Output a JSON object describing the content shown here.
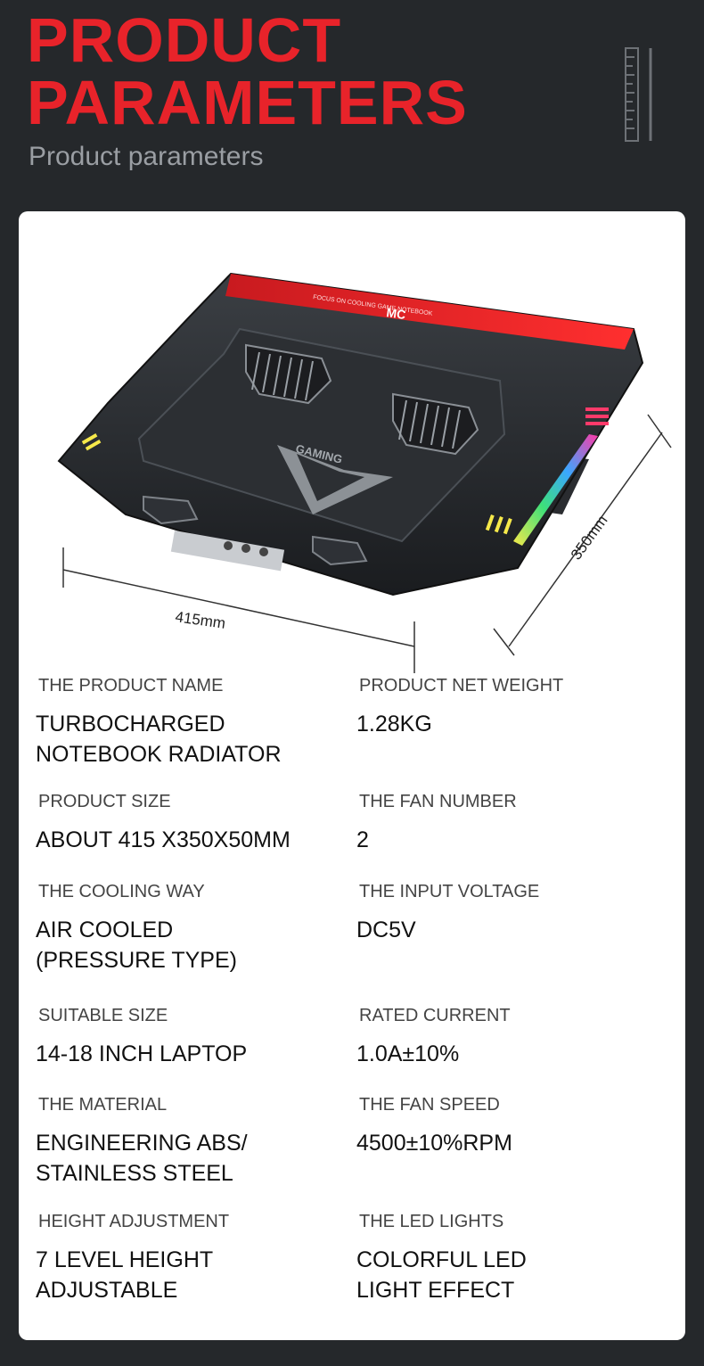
{
  "header": {
    "title_line1": "PRODUCT",
    "title_line2": "PARAMETERS",
    "subtitle": "Product parameters"
  },
  "product_image": {
    "brand_mark": "MC",
    "top_text": "FOCUS ON COOLING GAME NOTEBOOK",
    "logo_text": "GAMING",
    "width_label": "415mm",
    "depth_label": "350mm"
  },
  "colors": {
    "background": "#25282b",
    "accent": "#e8232a",
    "card": "#ffffff"
  },
  "params": [
    {
      "left": {
        "label": "THE PRODUCT NAME",
        "value": "TURBOCHARGED\nNOTEBOOK RADIATOR"
      },
      "right": {
        "label": "PRODUCT NET WEIGHT",
        "value": "1.28KG"
      }
    },
    {
      "left": {
        "label": "PRODUCT SIZE",
        "value": "ABOUT 415 X350X50MM"
      },
      "right": {
        "label": "THE FAN NUMBER",
        "value": "2"
      }
    },
    {
      "left": {
        "label": "THE COOLING WAY",
        "value": "AIR COOLED\n(PRESSURE TYPE)"
      },
      "right": {
        "label": "THE INPUT VOLTAGE",
        "value": "DC5V"
      }
    },
    {
      "left": {
        "label": "SUITABLE SIZE",
        "value": "14-18 INCH LAPTOP"
      },
      "right": {
        "label": "RATED CURRENT",
        "value": "1.0A±10%"
      }
    },
    {
      "left": {
        "label": "THE MATERIAL",
        "value": "ENGINEERING ABS/\nSTAINLESS STEEL"
      },
      "right": {
        "label": "THE FAN SPEED",
        "value": "4500±10%RPM"
      }
    },
    {
      "left": {
        "label": "HEIGHT ADJUSTMENT",
        "value": "7 LEVEL HEIGHT\nADJUSTABLE"
      },
      "right": {
        "label": "THE LED LIGHTS",
        "value": "COLORFUL LED\nLIGHT EFFECT"
      }
    }
  ]
}
